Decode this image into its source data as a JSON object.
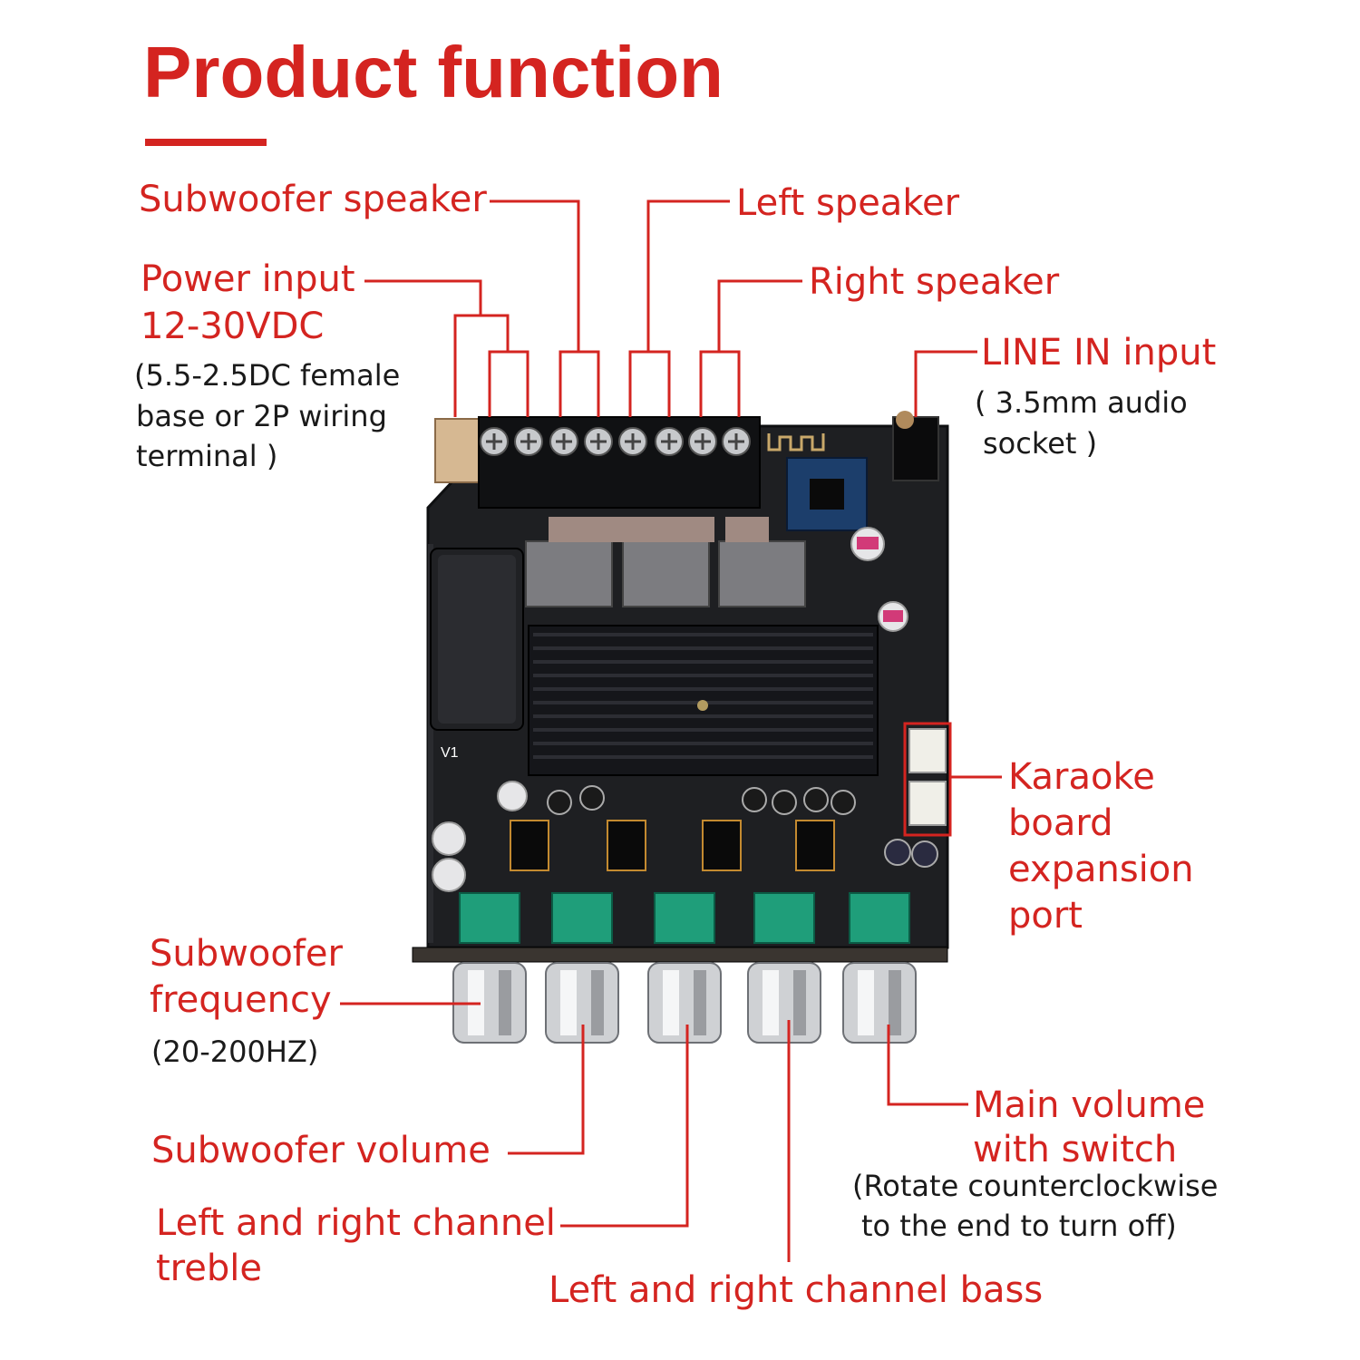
{
  "title": "Product function",
  "colors": {
    "accent": "#d42420",
    "board": "#1e1f22",
    "heatsink": "#15161a",
    "knob_base": "#1f9e7a",
    "knob_chrome": "#cfd1d4"
  },
  "labels": {
    "subwoofer_speaker": "Subwoofer speaker",
    "left_speaker": "Left speaker",
    "right_speaker": "Right speaker",
    "power_input_1": "Power input",
    "power_input_2": "12-30VDC",
    "power_note_1": "(5.5-2.5DC female",
    "power_note_2": "base or 2P wiring",
    "power_note_3": "terminal )",
    "line_in": "LINE IN input",
    "line_in_note_1": "( 3.5mm audio",
    "line_in_note_2": "socket )",
    "karaoke_1": "Karaoke",
    "karaoke_2": "board",
    "karaoke_3": "expansion",
    "karaoke_4": "port",
    "sub_freq_1": "Subwoofer",
    "sub_freq_2": "frequency",
    "sub_freq_note": "(20-200HZ)",
    "sub_volume": "Subwoofer volume",
    "treble_1": "Left and right channel",
    "treble_2": "treble",
    "bass": "Left and right channel bass",
    "main_volume_1": "Main volume",
    "main_volume_2": "with switch",
    "main_volume_note_1": "(Rotate counterclockwise",
    "main_volume_note_2": "to the end to turn off)"
  },
  "board": {
    "version_mark": "V1"
  }
}
